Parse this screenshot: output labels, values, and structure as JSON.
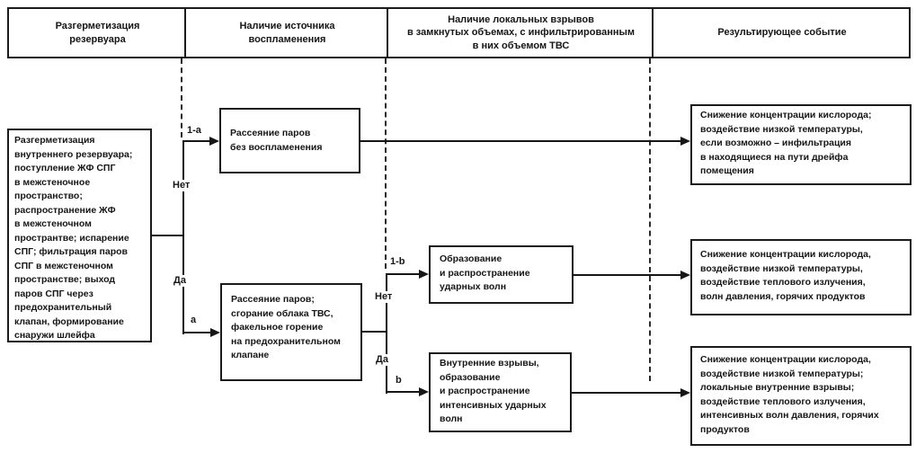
{
  "diagram_type": "event-tree",
  "columns": {
    "c1": "Разгерметизация\nрезервуара",
    "c2": "Наличие источника\nвоспламенения",
    "c3": "Наличие локальных взрывов\nв замкнутых объемах, с инфильтрированным\nв них объемом ТВС",
    "c4": "Результирующее событие"
  },
  "initial_event": "Разгерметизация\nвнутреннего резервуара;\nпоступление ЖФ СПГ\nв межстеночное\nпространство;\nраспространение ЖФ\nв межстеночном\nпространтве; испарение\nСПГ; фильтрация паров\nСПГ в межстеночном\nпространстве; выход\nпаров СПГ через\nпредохранительный\nклапан, формирование\nснаружи шлейфа",
  "nodes": {
    "n1": "Рассеяние паров\nбез воспламенения",
    "n2": "Рассеяние паров;\nсгорание облака ТВС,\nфакельное горение\nна предохранительном\nклапане",
    "n3": "Образование\nи распространение\nударных волн",
    "n4": "Внутренние взрывы,\nобразование\nи распространение\nинтенсивных ударных\nволн"
  },
  "outcomes": {
    "o1": "Снижение концентрации кислорода;\nвоздействие низкой температуры,\nесли возможно – инфильтрация\nв находящиеся на пути дрейфа\nпомещения",
    "o2": "Снижение концентрации кислорода,\nвоздействие низкой температуры,\nвоздействие теплового излучения,\nволн давления, горячих продуктов",
    "o3": "Снижение концентрации кислорода,\nвоздействие низкой температуры;\nлокальные внутренние взрывы;\nвоздействие теплового излучения,\nинтенсивных волн давления, горячих\nпродуктов"
  },
  "branch_labels": {
    "b1_top": "1-a",
    "b1_no": "Нет",
    "b1_yes": "Да",
    "b1_bottom": "a",
    "b2_top": "1-b",
    "b2_no": "Нет",
    "b2_yes": "Да",
    "b2_bottom": "b"
  }
}
